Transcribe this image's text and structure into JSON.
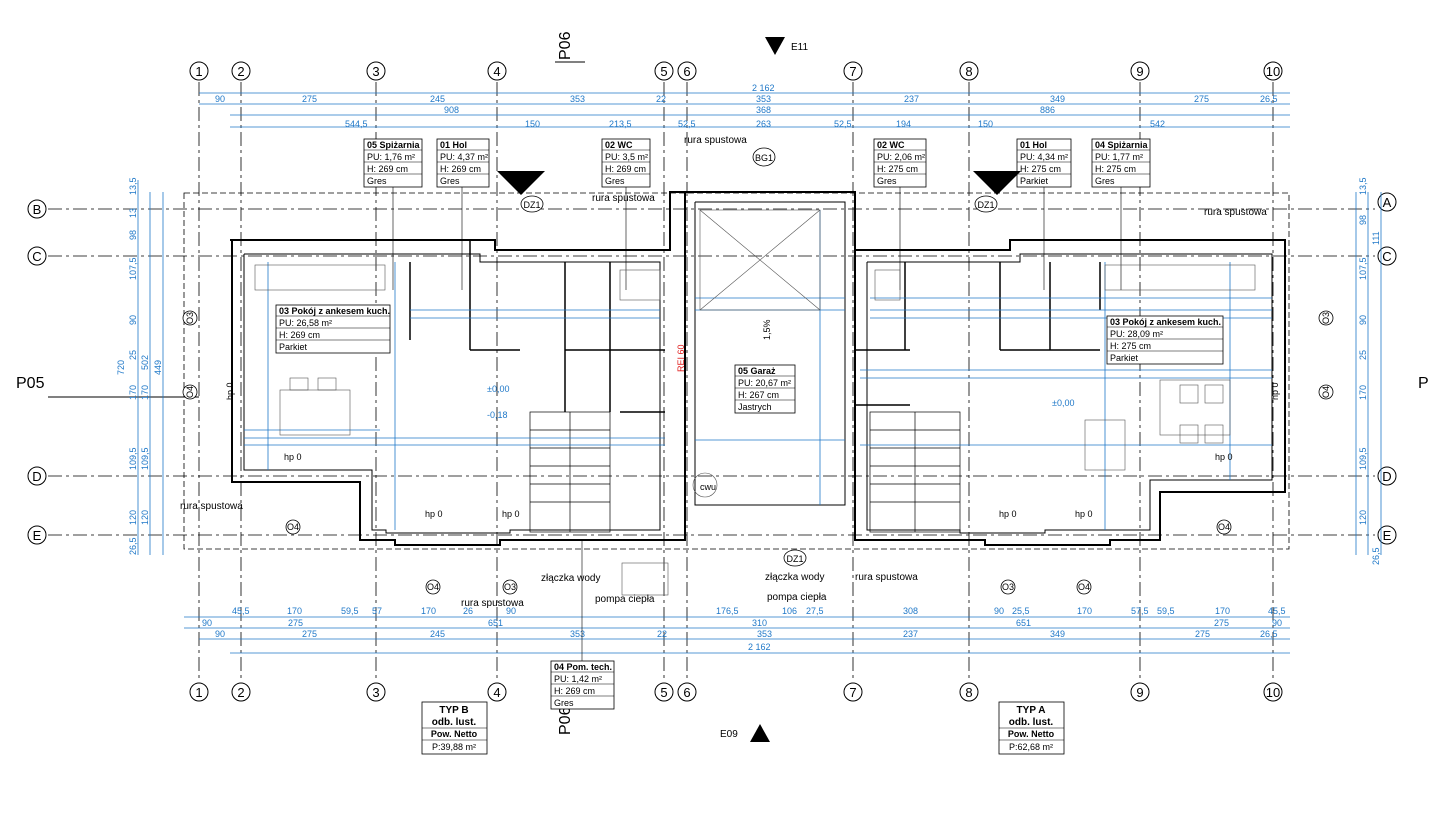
{
  "axes": {
    "top": [
      "1",
      "2",
      "3",
      "4",
      "5",
      "6",
      "7",
      "8",
      "9",
      "10"
    ],
    "bottom": [
      "1",
      "2",
      "3",
      "4",
      "5",
      "6",
      "7",
      "8",
      "9",
      "10"
    ],
    "left": [
      "B",
      "C",
      "D",
      "E"
    ],
    "right": [
      "A",
      "C",
      "D",
      "E"
    ]
  },
  "elevations": {
    "top": "E11",
    "bottom": "E09"
  },
  "sections": {
    "left": "P05",
    "right": "P",
    "top": "P06",
    "bottom": "P06"
  },
  "top_dims": {
    "row1": [
      "90",
      "275",
      "245",
      "353",
      "22",
      "353",
      "237",
      "349",
      "275",
      "26,5"
    ],
    "total1": "2 162",
    "row2": [
      "908",
      "368",
      "886"
    ],
    "row3": [
      "544,5",
      "150",
      "213,5",
      "52,5",
      "263",
      "52,5",
      "194",
      "150",
      "542"
    ]
  },
  "bottom_dims": {
    "row1": [
      "45,5",
      "170",
      "59,5",
      "57",
      "170",
      "26",
      "90",
      "176,5",
      "106",
      "27,5",
      "308",
      "90",
      "25,5",
      "170",
      "57,5",
      "59,5",
      "170",
      "45,5"
    ],
    "row2": [
      "90",
      "275",
      "651",
      "310",
      "651",
      "275",
      "90"
    ],
    "row3": [
      "90",
      "275",
      "245",
      "353",
      "22",
      "353",
      "237",
      "349",
      "275",
      "26,5"
    ],
    "total": "2 162"
  },
  "side_dims": {
    "left": [
      "26,5",
      "120",
      "109,5",
      "170",
      "25",
      "90",
      "107,5",
      "98",
      "13",
      "13,5"
    ],
    "left_b": [
      "120",
      "109,5",
      "170",
      "502",
      "720",
      "449"
    ],
    "right": [
      "13,5",
      "98",
      "111",
      "107,5",
      "90",
      "25",
      "170",
      "109,5",
      "120",
      "26,5"
    ]
  },
  "rooms": [
    {
      "title": "05 Spiżarnia",
      "pu": "PU: 1,76 m²",
      "h": "H: 269 cm",
      "floor": "Gres"
    },
    {
      "title": "01 Hol",
      "pu": "PU: 4,37 m²",
      "h": "H: 269 cm",
      "floor": "Gres"
    },
    {
      "title": "02 WC",
      "pu": "PU: 3,5 m²",
      "h": "H: 269 cm",
      "floor": "Gres"
    },
    {
      "title": "02 WC",
      "pu": "PU: 2,06 m²",
      "h": "H: 275 cm",
      "floor": "Gres"
    },
    {
      "title": "01 Hol",
      "pu": "PU: 4,34 m²",
      "h": "H: 275 cm",
      "floor": "Parkiet"
    },
    {
      "title": "04 Spiżarnia",
      "pu": "PU: 1,77 m²",
      "h": "H: 275 cm",
      "floor": "Gres"
    },
    {
      "title": "03 Pokój z ankesem kuch.",
      "pu": "PU: 26,58 m²",
      "h": "H: 269 cm",
      "floor": "Parkiet"
    },
    {
      "title": "05 Garaż",
      "pu": "PU: 20,67 m²",
      "h": "H: 267 cm",
      "floor": "Jastrych"
    },
    {
      "title": "03 Pokój z ankesem kuch.",
      "pu": "PU: 28,09 m²",
      "h": "H: 275 cm",
      "floor": "Parkiet"
    },
    {
      "title": "04 Pom. tech.",
      "pu": "PU: 1,42 m²",
      "h": "H: 269 cm",
      "floor": "Gres"
    }
  ],
  "annotations": {
    "rura": "rura spustowa",
    "zlaczka": "złączka wody",
    "pompa": "pompa ciepła",
    "bg1": "BG1",
    "dz1": "DZ1",
    "o3": "O3",
    "o4": "O4",
    "hp0": "hp 0",
    "zero": "±0,00",
    "minus": "-0,18",
    "slope": "1,5%",
    "rei": "REI 60",
    "cwu": "cwu"
  },
  "types": [
    {
      "title": "TYP B",
      "sub": "odb. lust.",
      "pow": "Pow. Netto",
      "area": "P:39,88 m²"
    },
    {
      "title": "TYP A",
      "sub": "odb. lust.",
      "pow": "Pow. Netto",
      "area": "P:62,68 m²"
    }
  ]
}
